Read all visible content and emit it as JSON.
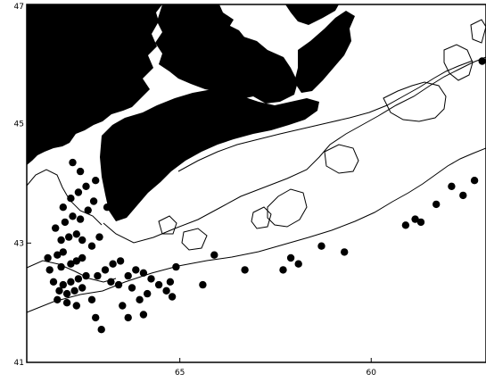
{
  "map": {
    "lat_ticks": [
      {
        "value": 47,
        "label": "47"
      },
      {
        "value": 45,
        "label": "45"
      },
      {
        "value": 43,
        "label": "43"
      },
      {
        "value": 41,
        "label": "41"
      }
    ],
    "lon_ticks": [
      {
        "value": -65,
        "label": "65"
      },
      {
        "value": -60,
        "label": "60"
      }
    ],
    "lat_range": [
      41,
      47
    ],
    "lon_range": [
      -69,
      -57
    ],
    "land_color": "#000000",
    "water_color": "#ffffff",
    "station_color": "#000000",
    "stations": [
      {
        "lon": -68.45,
        "lat": 42.75
      },
      {
        "lon": -68.2,
        "lat": 42.8
      },
      {
        "lon": -68.05,
        "lat": 42.85
      },
      {
        "lon": -68.4,
        "lat": 42.55
      },
      {
        "lon": -68.1,
        "lat": 42.6
      },
      {
        "lon": -67.85,
        "lat": 42.65
      },
      {
        "lon": -67.7,
        "lat": 42.7
      },
      {
        "lon": -67.55,
        "lat": 42.75
      },
      {
        "lon": -68.3,
        "lat": 42.35
      },
      {
        "lon": -68.05,
        "lat": 42.3
      },
      {
        "lon": -67.85,
        "lat": 42.35
      },
      {
        "lon": -67.65,
        "lat": 42.4
      },
      {
        "lon": -67.45,
        "lat": 42.45
      },
      {
        "lon": -68.15,
        "lat": 42.2
      },
      {
        "lon": -67.95,
        "lat": 42.15
      },
      {
        "lon": -67.75,
        "lat": 42.2
      },
      {
        "lon": -67.55,
        "lat": 42.25
      },
      {
        "lon": -68.2,
        "lat": 42.05
      },
      {
        "lon": -67.95,
        "lat": 42.0
      },
      {
        "lon": -67.7,
        "lat": 41.95
      },
      {
        "lon": -68.1,
        "lat": 43.05
      },
      {
        "lon": -67.9,
        "lat": 43.1
      },
      {
        "lon": -67.7,
        "lat": 43.15
      },
      {
        "lon": -67.55,
        "lat": 43.05
      },
      {
        "lon": -68.25,
        "lat": 43.25
      },
      {
        "lon": -68.0,
        "lat": 43.35
      },
      {
        "lon": -67.8,
        "lat": 43.45
      },
      {
        "lon": -67.6,
        "lat": 43.4
      },
      {
        "lon": -67.4,
        "lat": 43.55
      },
      {
        "lon": -67.25,
        "lat": 43.7
      },
      {
        "lon": -68.05,
        "lat": 43.6
      },
      {
        "lon": -67.85,
        "lat": 43.75
      },
      {
        "lon": -67.65,
        "lat": 43.85
      },
      {
        "lon": -67.45,
        "lat": 43.95
      },
      {
        "lon": -67.2,
        "lat": 44.05
      },
      {
        "lon": -67.6,
        "lat": 44.2
      },
      {
        "lon": -67.8,
        "lat": 44.35
      },
      {
        "lon": -66.95,
        "lat": 44.25
      },
      {
        "lon": -66.8,
        "lat": 43.9
      },
      {
        "lon": -66.9,
        "lat": 43.6
      },
      {
        "lon": -67.3,
        "lat": 42.95
      },
      {
        "lon": -67.1,
        "lat": 43.1
      },
      {
        "lon": -67.15,
        "lat": 42.45
      },
      {
        "lon": -66.95,
        "lat": 42.55
      },
      {
        "lon": -66.75,
        "lat": 42.65
      },
      {
        "lon": -66.55,
        "lat": 42.7
      },
      {
        "lon": -66.35,
        "lat": 42.45
      },
      {
        "lon": -66.15,
        "lat": 42.55
      },
      {
        "lon": -65.95,
        "lat": 42.5
      },
      {
        "lon": -65.75,
        "lat": 42.4
      },
      {
        "lon": -66.6,
        "lat": 42.3
      },
      {
        "lon": -66.8,
        "lat": 42.35
      },
      {
        "lon": -66.25,
        "lat": 42.25
      },
      {
        "lon": -65.55,
        "lat": 42.3
      },
      {
        "lon": -65.35,
        "lat": 42.2
      },
      {
        "lon": -65.85,
        "lat": 42.15
      },
      {
        "lon": -66.05,
        "lat": 42.05
      },
      {
        "lon": -66.5,
        "lat": 41.95
      },
      {
        "lon": -67.3,
        "lat": 42.05
      },
      {
        "lon": -67.2,
        "lat": 41.75
      },
      {
        "lon": -67.05,
        "lat": 41.55
      },
      {
        "lon": -66.35,
        "lat": 41.75
      },
      {
        "lon": -65.95,
        "lat": 41.8
      },
      {
        "lon": -65.25,
        "lat": 42.35
      },
      {
        "lon": -65.2,
        "lat": 42.1
      },
      {
        "lon": -64.1,
        "lat": 42.8
      },
      {
        "lon": -63.3,
        "lat": 42.55
      },
      {
        "lon": -62.3,
        "lat": 42.55
      },
      {
        "lon": -62.1,
        "lat": 42.75
      },
      {
        "lon": -61.9,
        "lat": 42.65
      },
      {
        "lon": -61.3,
        "lat": 42.95
      },
      {
        "lon": -60.7,
        "lat": 42.85
      },
      {
        "lon": -59.1,
        "lat": 43.3
      },
      {
        "lon": -58.85,
        "lat": 43.4
      },
      {
        "lon": -58.3,
        "lat": 43.65
      },
      {
        "lon": -57.9,
        "lat": 43.95
      },
      {
        "lon": -57.6,
        "lat": 43.8
      },
      {
        "lon": -57.3,
        "lat": 44.05
      },
      {
        "lon": -57.1,
        "lat": 46.05
      },
      {
        "lon": -64.4,
        "lat": 42.3
      },
      {
        "lon": -65.1,
        "lat": 42.6
      },
      {
        "lon": -58.7,
        "lat": 43.35
      }
    ]
  }
}
